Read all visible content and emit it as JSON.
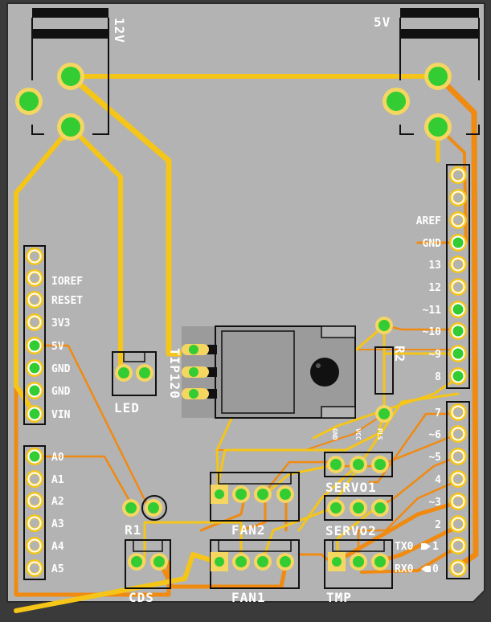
{
  "board": {
    "colors": {
      "pcb": "#b3b3b3",
      "border": "#2b2b2b",
      "trace_top": "#f5c518",
      "trace_bottom": "#f08a10",
      "pad_ring": "#f5d660",
      "pad_green": "#33cc33",
      "silkscreen": "#ffffff",
      "regulator": "#9b9b9b"
    },
    "power_jacks": [
      {
        "label": "12V"
      },
      {
        "label": "5V"
      }
    ],
    "left_header_top": [
      "",
      "IOREF",
      "RESET",
      "3V3",
      "5V",
      "GND",
      "GND",
      "VIN"
    ],
    "left_header_bottom": [
      "A0",
      "A1",
      "A2",
      "A3",
      "A4",
      "A5"
    ],
    "right_header_top": [
      "",
      "",
      "AREF",
      "GND",
      "13",
      "12",
      "~11",
      "~10",
      "~9",
      "8"
    ],
    "right_header_bottom": [
      "7",
      "~6",
      "~5",
      "4",
      "~3",
      "2",
      "TX0",
      "RX0"
    ],
    "right_header_bottom_suffix": [
      "",
      "",
      "",
      "",
      "",
      "",
      "1",
      "0"
    ],
    "components": {
      "regulator": "TIP120",
      "led": "LED",
      "resistor_r1": "R1",
      "resistor_r2": "R2",
      "ldr": "CDS",
      "fan1": "FAN1",
      "fan2": "FAN2",
      "servo1": "SERVO1",
      "servo2": "SERVO2",
      "temp_sensor": "TMP"
    },
    "servo_pin_labels": [
      "GND",
      "VCC",
      "PLS"
    ]
  }
}
